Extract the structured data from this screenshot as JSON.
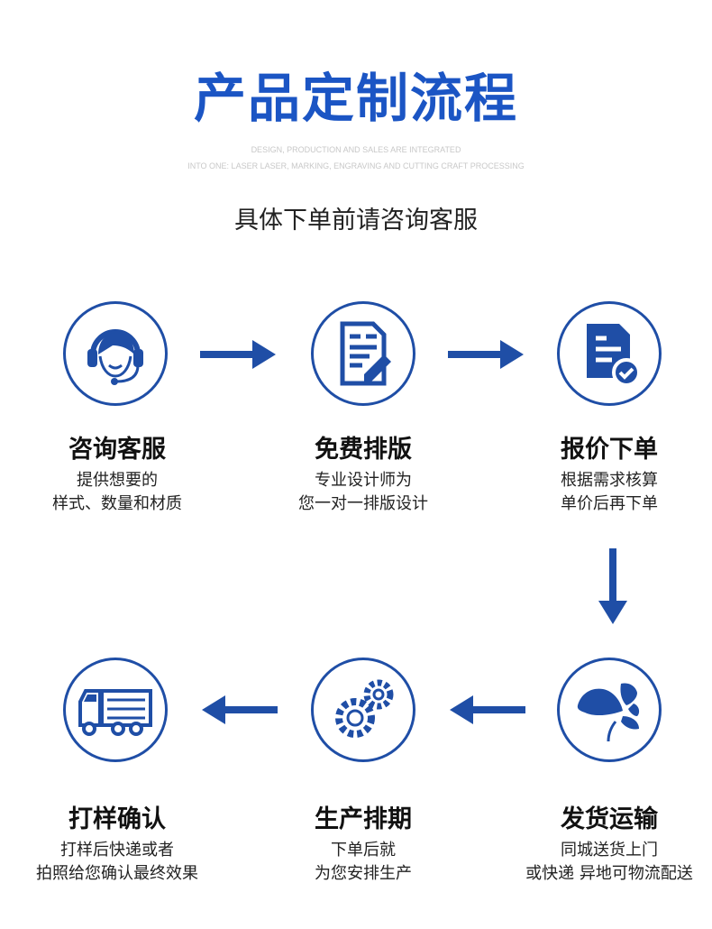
{
  "header": {
    "title": "产品定制流程",
    "en_line1": "DESIGN, PRODUCTION AND SALES ARE INTEGRATED",
    "en_line2": "INTO ONE: LASER LASER, MARKING, ENGRAVING AND CUTTING CRAFT PROCESSING",
    "subtitle": "具体下单前请咨询客服"
  },
  "colors": {
    "accent": "#1f4ea6",
    "title": "#1b55c4"
  },
  "steps": [
    {
      "icon": "customer-service-icon",
      "label": "咨询客服",
      "desc1": "提供想要的",
      "desc2": "样式、数量和材质"
    },
    {
      "icon": "document-edit-icon",
      "label": "免费排版",
      "desc1": "专业设计师为",
      "desc2": "您一对一排版设计"
    },
    {
      "icon": "document-check-icon",
      "label": "报价下单",
      "desc1": "根据需求核算",
      "desc2": "单价后再下单"
    },
    {
      "icon": "clover-icon",
      "label": "发货运输",
      "desc1": "同城送货上门",
      "desc2": "或快递 异地可物流配送"
    },
    {
      "icon": "gears-icon",
      "label": "生产排期",
      "desc1": "下单后就",
      "desc2": "为您安排生产"
    },
    {
      "icon": "truck-icon",
      "label": "打样确认",
      "desc1": "打样后快递或者",
      "desc2": "拍照给您确认最终效果"
    }
  ]
}
